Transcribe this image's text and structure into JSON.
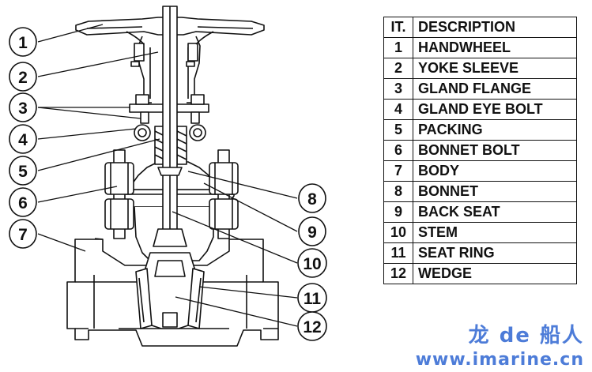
{
  "callouts": [
    "1",
    "2",
    "3",
    "4",
    "5",
    "6",
    "7",
    "8",
    "9",
    "10",
    "11",
    "12"
  ],
  "table": {
    "header_it": "IT.",
    "header_desc": "DESCRIPTION",
    "rows": [
      {
        "it": "1",
        "desc": "HANDWHEEL"
      },
      {
        "it": "2",
        "desc": "YOKE SLEEVE"
      },
      {
        "it": "3",
        "desc": "GLAND FLANGE"
      },
      {
        "it": "4",
        "desc": "GLAND EYE BOLT"
      },
      {
        "it": "5",
        "desc": "PACKING"
      },
      {
        "it": "6",
        "desc": "BONNET BOLT"
      },
      {
        "it": "7",
        "desc": "BODY"
      },
      {
        "it": "8",
        "desc": "BONNET"
      },
      {
        "it": "9",
        "desc": "BACK SEAT"
      },
      {
        "it": "10",
        "desc": "STEM"
      },
      {
        "it": "11",
        "desc": "SEAT RING"
      },
      {
        "it": "12",
        "desc": "WEDGE"
      }
    ]
  },
  "watermark": {
    "title": "龙 de 船人",
    "url": "www.imarine.cn"
  },
  "colors": {
    "line": "#111111",
    "watermark": "#4d7cd8"
  }
}
